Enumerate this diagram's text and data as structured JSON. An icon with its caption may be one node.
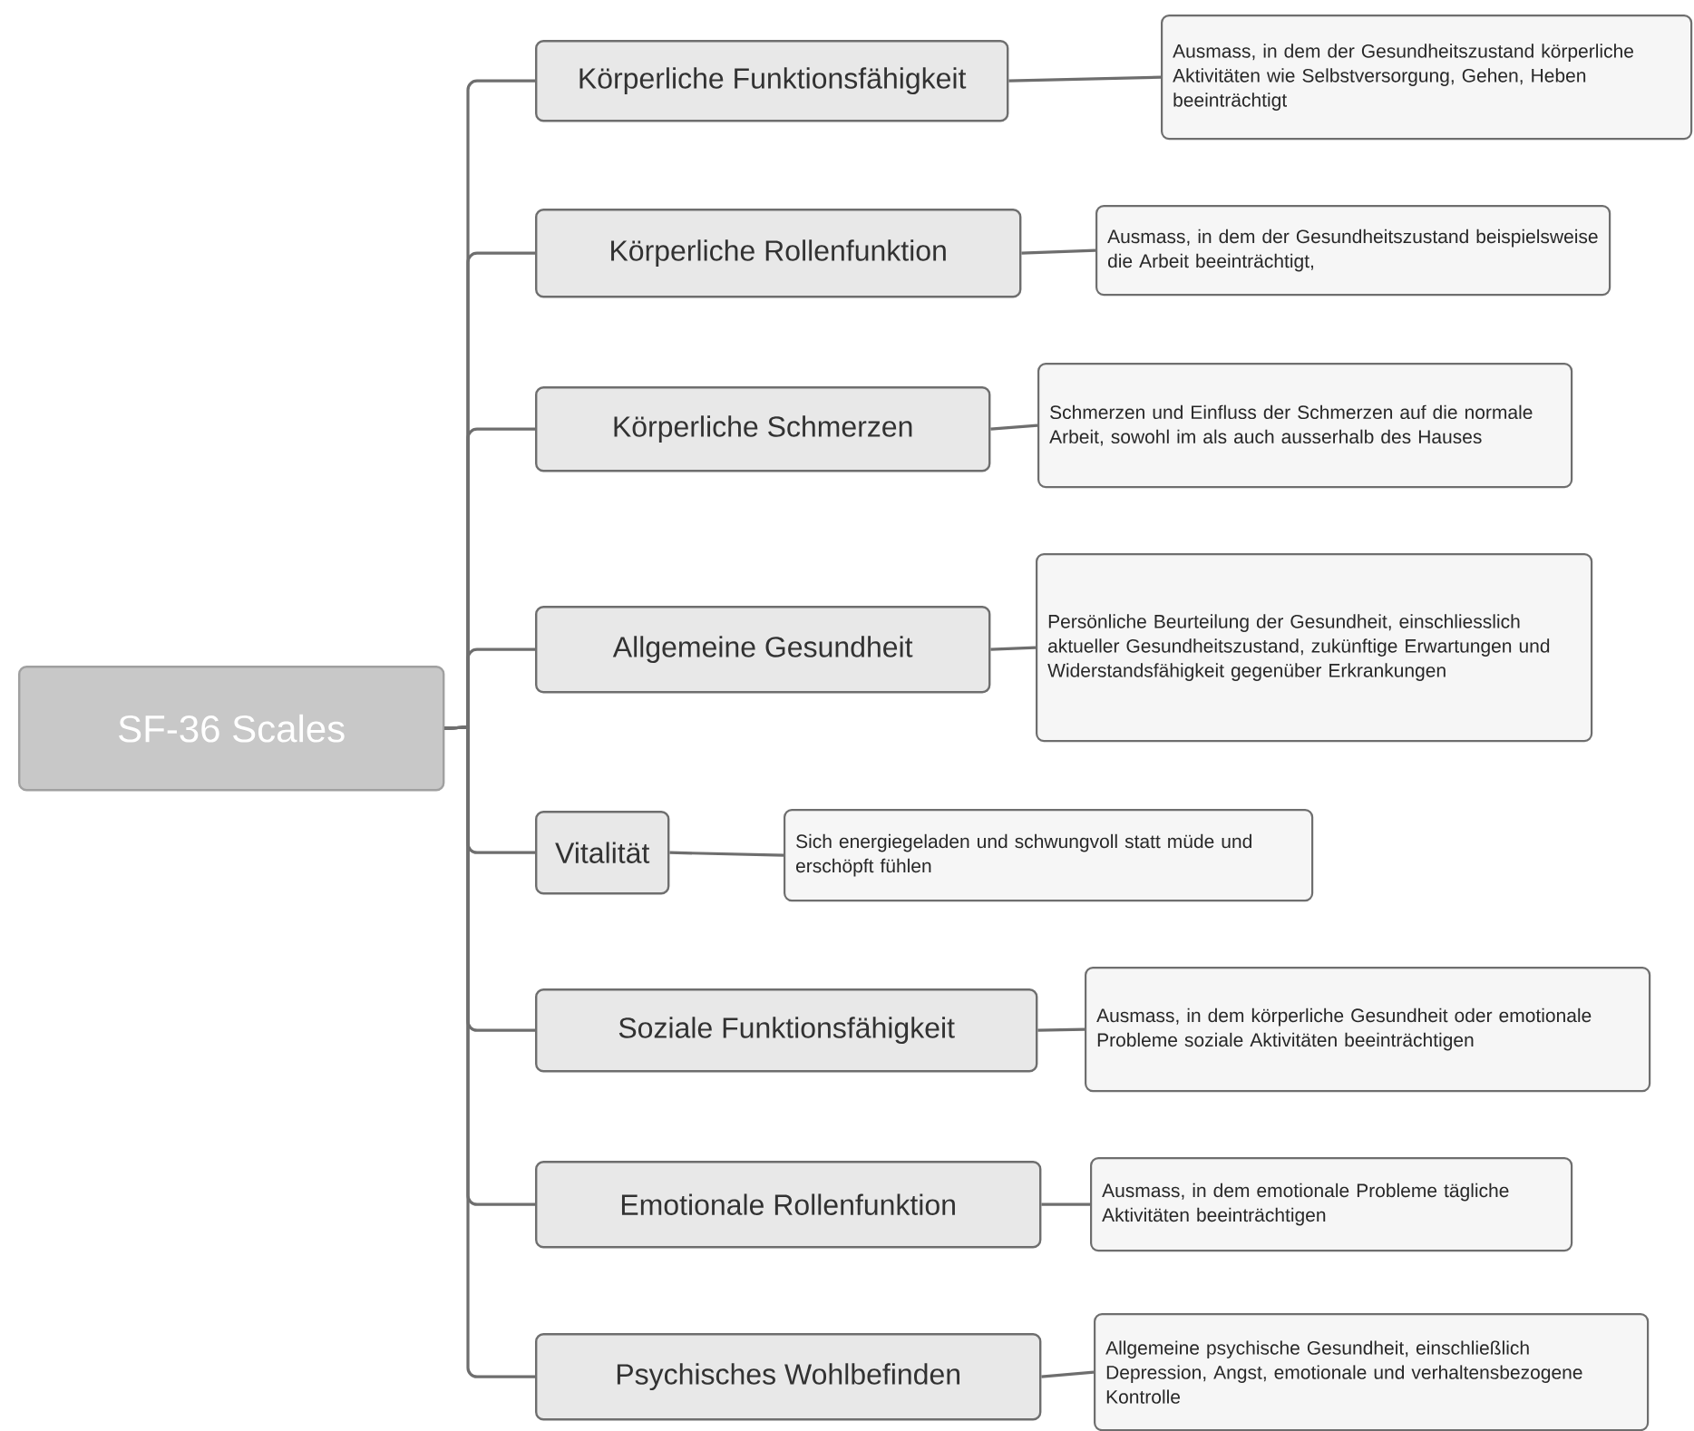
{
  "diagram": {
    "nodes": [
      {
        "text": [
          "SF-36 Scales"
        ]
      },
      {
        "text": [
          "Körperliche Funktionsfähigkeit"
        ]
      },
      {
        "text": [
          "Ausmass, in dem der Gesundheitszustand körperliche Aktivitäten wie Selbstversorgung, Gehen, Heben beeinträchtigt"
        ]
      },
      {
        "text": [
          "Körperliche Rollenfunktion"
        ]
      },
      {
        "text": [
          "Ausmass, in dem der Gesundheitszustand beispielsweise die Arbeit beeinträchtigt,"
        ]
      },
      {
        "text": [
          "Körperliche Schmerzen"
        ]
      },
      {
        "text": [
          "Schmerzen und Einfluss der Schmerzen auf die normale Arbeit, sowohl im als auch ausserhalb des Hauses"
        ]
      },
      {
        "text": [
          "Allgemeine Gesundheit"
        ]
      },
      {
        "text": [
          "Persönliche Beurteilung der Gesundheit, einschliesslich aktueller Gesundheitszustand, zukünftige Erwartungen und Widerstandsfähigkeit gegenüber Erkrankungen"
        ]
      },
      {
        "text": [
          "Vitalität"
        ]
      },
      {
        "text": [
          "Sich energiegeladen und schwungvoll statt müde und erschöpft fühlen"
        ]
      },
      {
        "text": [
          "Soziale Funktionsfähigkeit"
        ]
      },
      {
        "text": [
          "Ausmass, in dem körperliche Gesundheit oder emotionale Probleme soziale Aktivitäten beeinträchtigen"
        ]
      },
      {
        "text": [
          "Emotionale Rollenfunktion"
        ]
      },
      {
        "text": [
          "Ausmass, in dem emotionale Probleme tägliche Aktivitäten beeinträchtigen"
        ]
      },
      {
        "text": [
          "Psychisches Wohlbefinden"
        ]
      },
      {
        "text": [
          "Allgemeine psychische Gesundheit, einschließlich Depression, Angst, emotionale und verhaltensbezogene Kontrolle"
        ]
      }
    ],
    "edges": [
      {
        "from": 0,
        "to": 1,
        "arrow": "none"
      },
      {
        "from": 0,
        "to": 3,
        "arrow": "none"
      },
      {
        "from": 0,
        "to": 5,
        "arrow": "none"
      },
      {
        "from": 0,
        "to": 7,
        "arrow": "none"
      },
      {
        "from": 0,
        "to": 9,
        "arrow": "none"
      },
      {
        "from": 0,
        "to": 11,
        "arrow": "none"
      },
      {
        "from": 0,
        "to": 13,
        "arrow": "none"
      },
      {
        "from": 0,
        "to": 15,
        "arrow": "none"
      },
      {
        "from": 1,
        "to": 2,
        "arrow": "none"
      },
      {
        "from": 3,
        "to": 4,
        "arrow": "none"
      },
      {
        "from": 5,
        "to": 6,
        "arrow": "none"
      },
      {
        "from": 7,
        "to": 8,
        "arrow": "none"
      },
      {
        "from": 9,
        "to": 10,
        "arrow": "none"
      },
      {
        "from": 11,
        "to": 12,
        "arrow": "none"
      },
      {
        "from": 13,
        "to": 14,
        "arrow": "none"
      },
      {
        "from": 15,
        "to": 16,
        "arrow": "none"
      }
    ]
  }
}
